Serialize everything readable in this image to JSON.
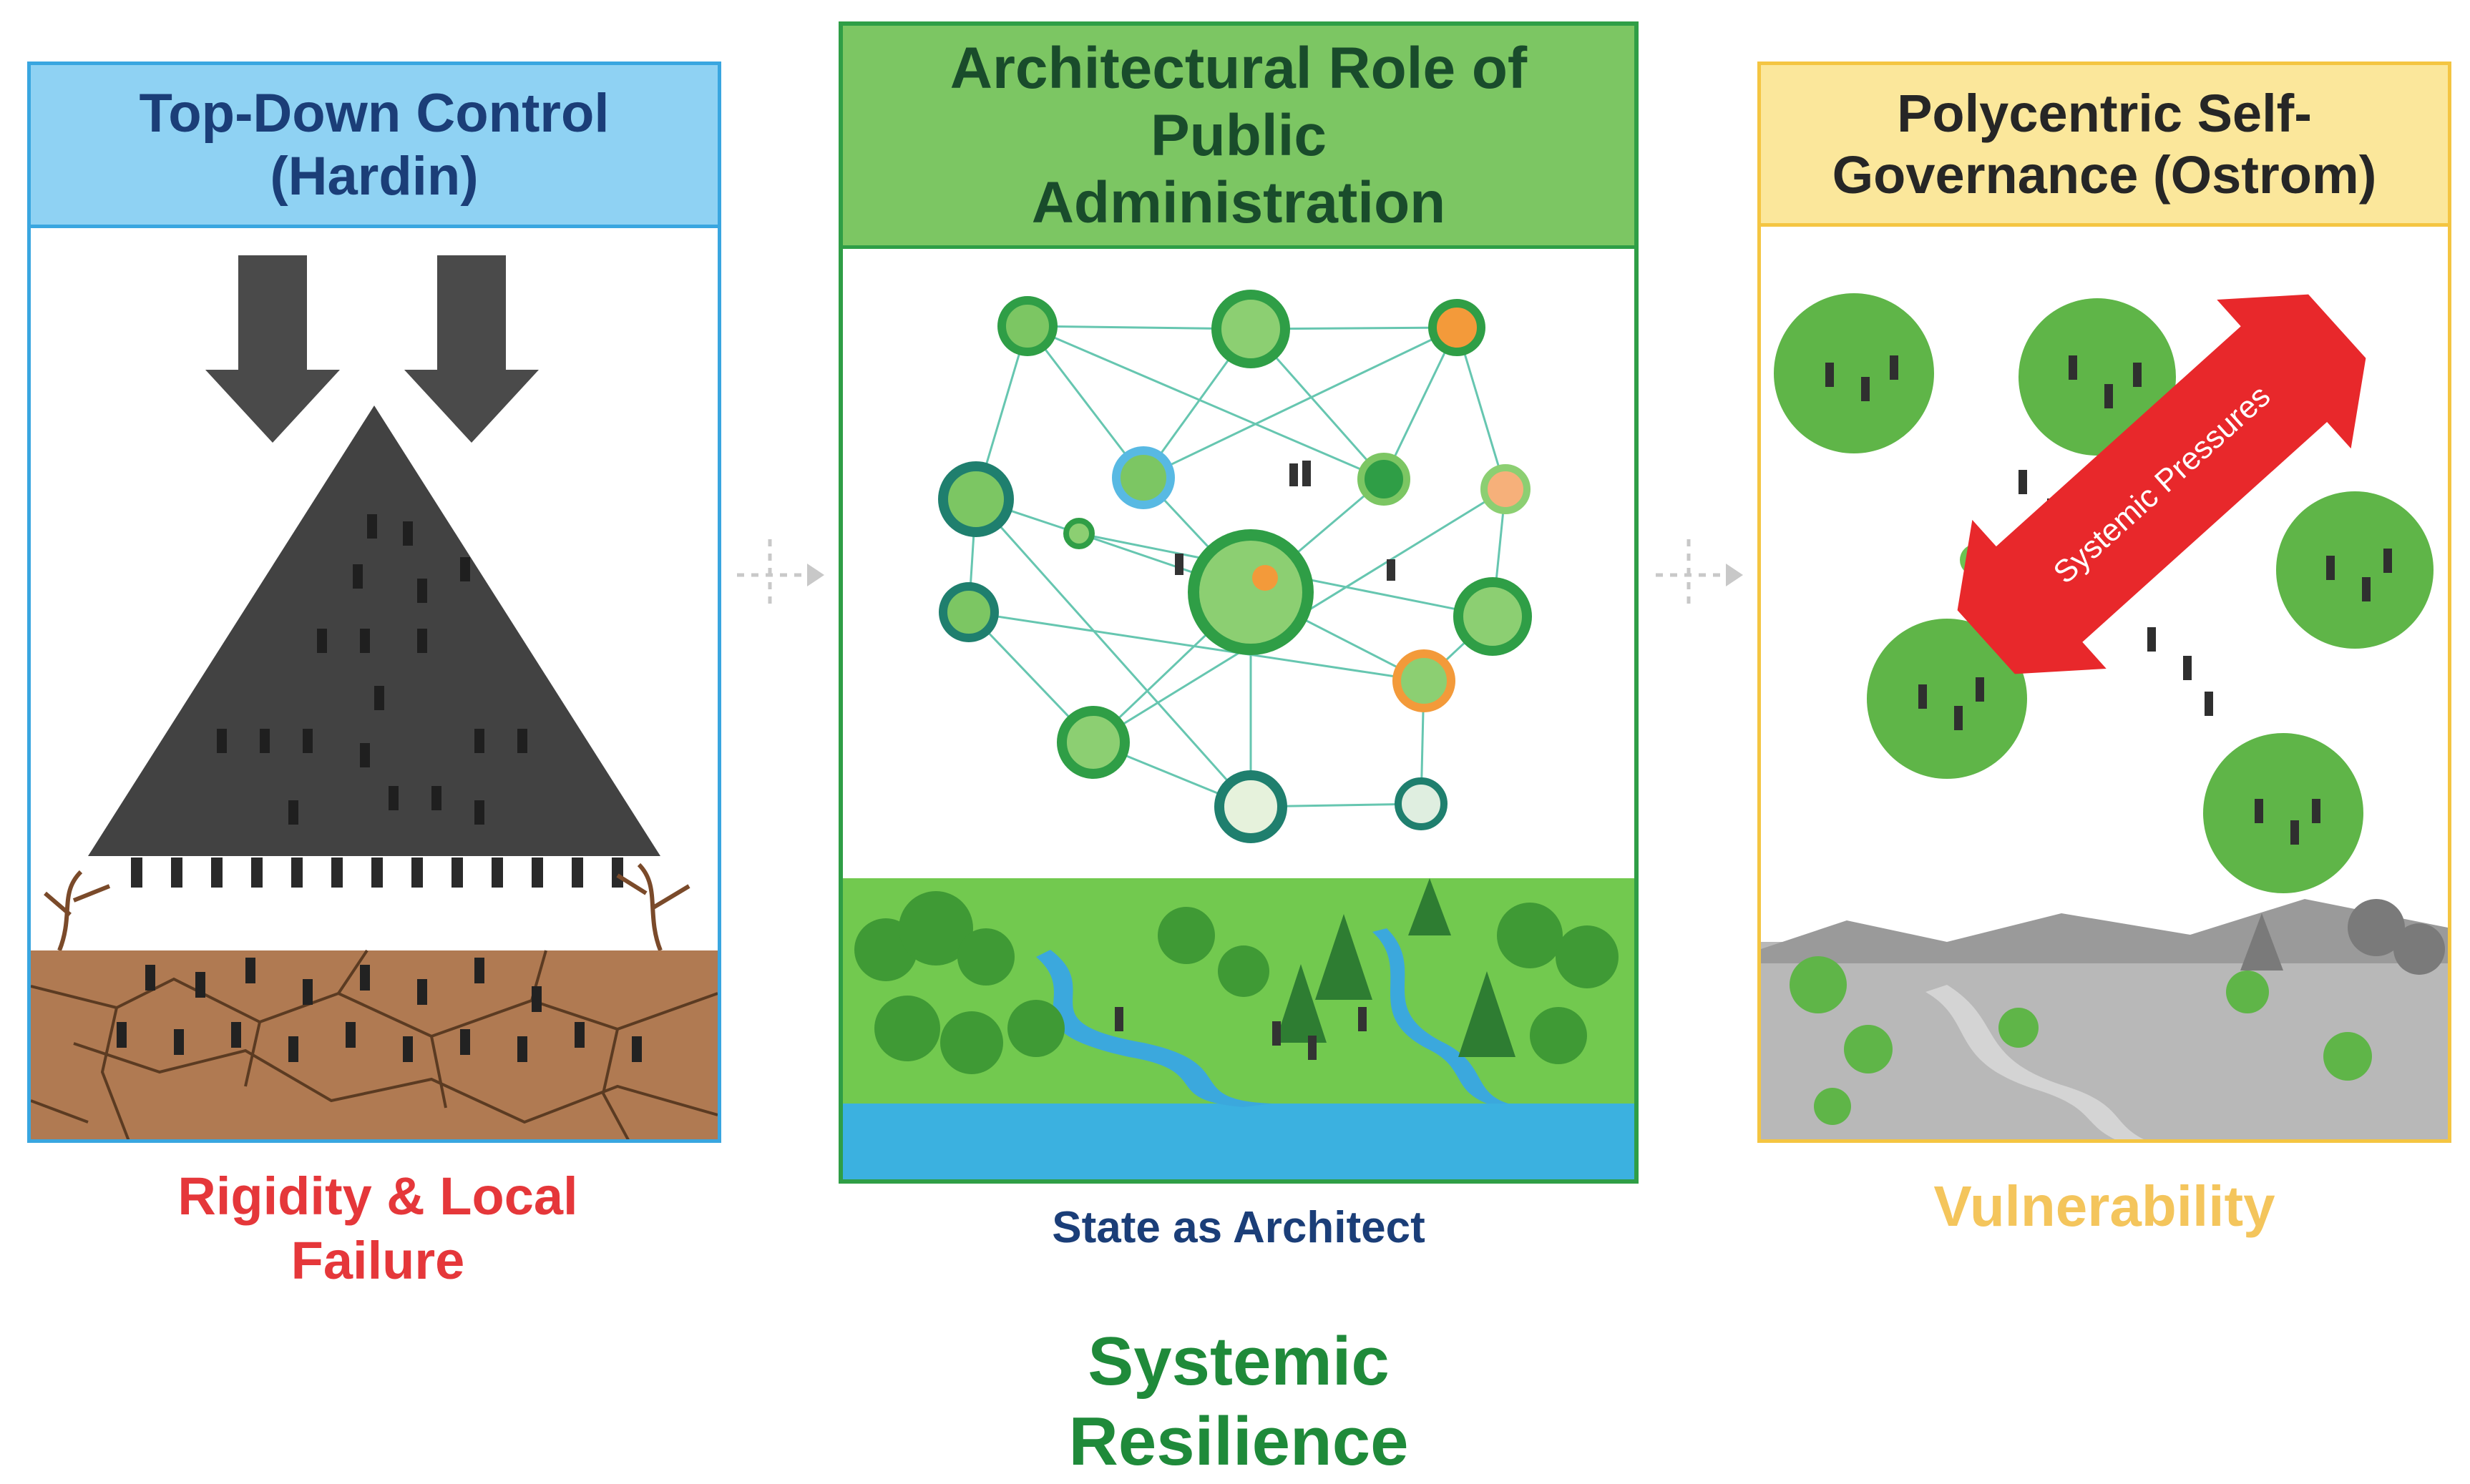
{
  "panels": [
    {
      "header": "Top-Down Control\n(Hardin)",
      "caption": "Rigidity & Local\nFailure",
      "color": "#39a6e0"
    },
    {
      "header": "Architectural Role of\nPublic\nAdministration",
      "caption": "State as Architect",
      "color": "#2f9e46"
    },
    {
      "header": "Polycentric Self-\nGovernance (Ostrom)",
      "caption": "Vulnerability",
      "color": "#f4c542",
      "arrow_label": "Systemic Pressures"
    }
  ],
  "main_caption": "Systemic\nResilience",
  "colors": {
    "hardin_blue": "#39a6e0",
    "architect_green": "#2f9e46",
    "ostrom_yellow": "#f4c542",
    "failure_red": "#e5373a",
    "pressure_red": "#e8282b",
    "resilience_green": "#1f8a3a"
  }
}
